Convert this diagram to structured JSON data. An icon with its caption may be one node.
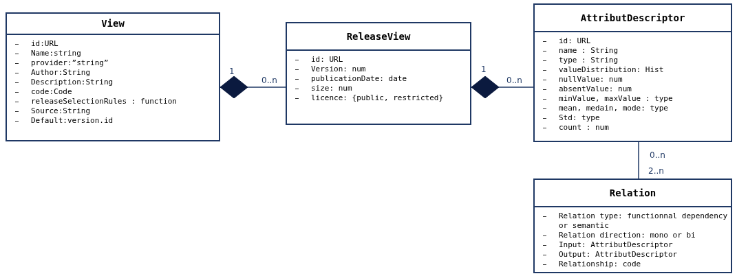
{
  "diagram": {
    "nodes": [
      {
        "text": [
          "View",
          "id:URL",
          "Name:string",
          "provider:”string”",
          "Author:String",
          "Description:String",
          "code:Code",
          "releaseSelectionRules : function",
          "Source:String",
          "Default:version.id"
        ]
      },
      {
        "text": [
          "ReleaseView",
          "id: URL",
          "Version: num",
          "publicationDate: date",
          "size: num",
          "licence: {public, restricted}"
        ]
      },
      {
        "text": [
          "AttributDescriptor",
          "id: URL",
          "name : String",
          "type : String",
          "valueDistribution: Hist",
          "nullValue: num",
          "absentValue: num",
          "minValue, maxValue : type",
          "mean, medain, mode: type",
          "Std: type",
          "count : num"
        ]
      },
      {
        "text": [
          "Relation",
          "Relation type: functionnal dependency or semantic",
          "Relation direction: mono or bi",
          "Input: AttributDescriptor",
          "Output: AttributDescriptor",
          "Relationship: code"
        ]
      }
    ],
    "edges": [
      {
        "from": 0,
        "to": 1,
        "arrow": "other"
      },
      {
        "from": 1,
        "to": 2,
        "arrow": "other"
      },
      {
        "from": 2,
        "to": 3,
        "arrow": "none"
      }
    ],
    "labels": [
      "1",
      "0..n",
      "1",
      "0..n",
      "0..n",
      "2..n"
    ]
  }
}
